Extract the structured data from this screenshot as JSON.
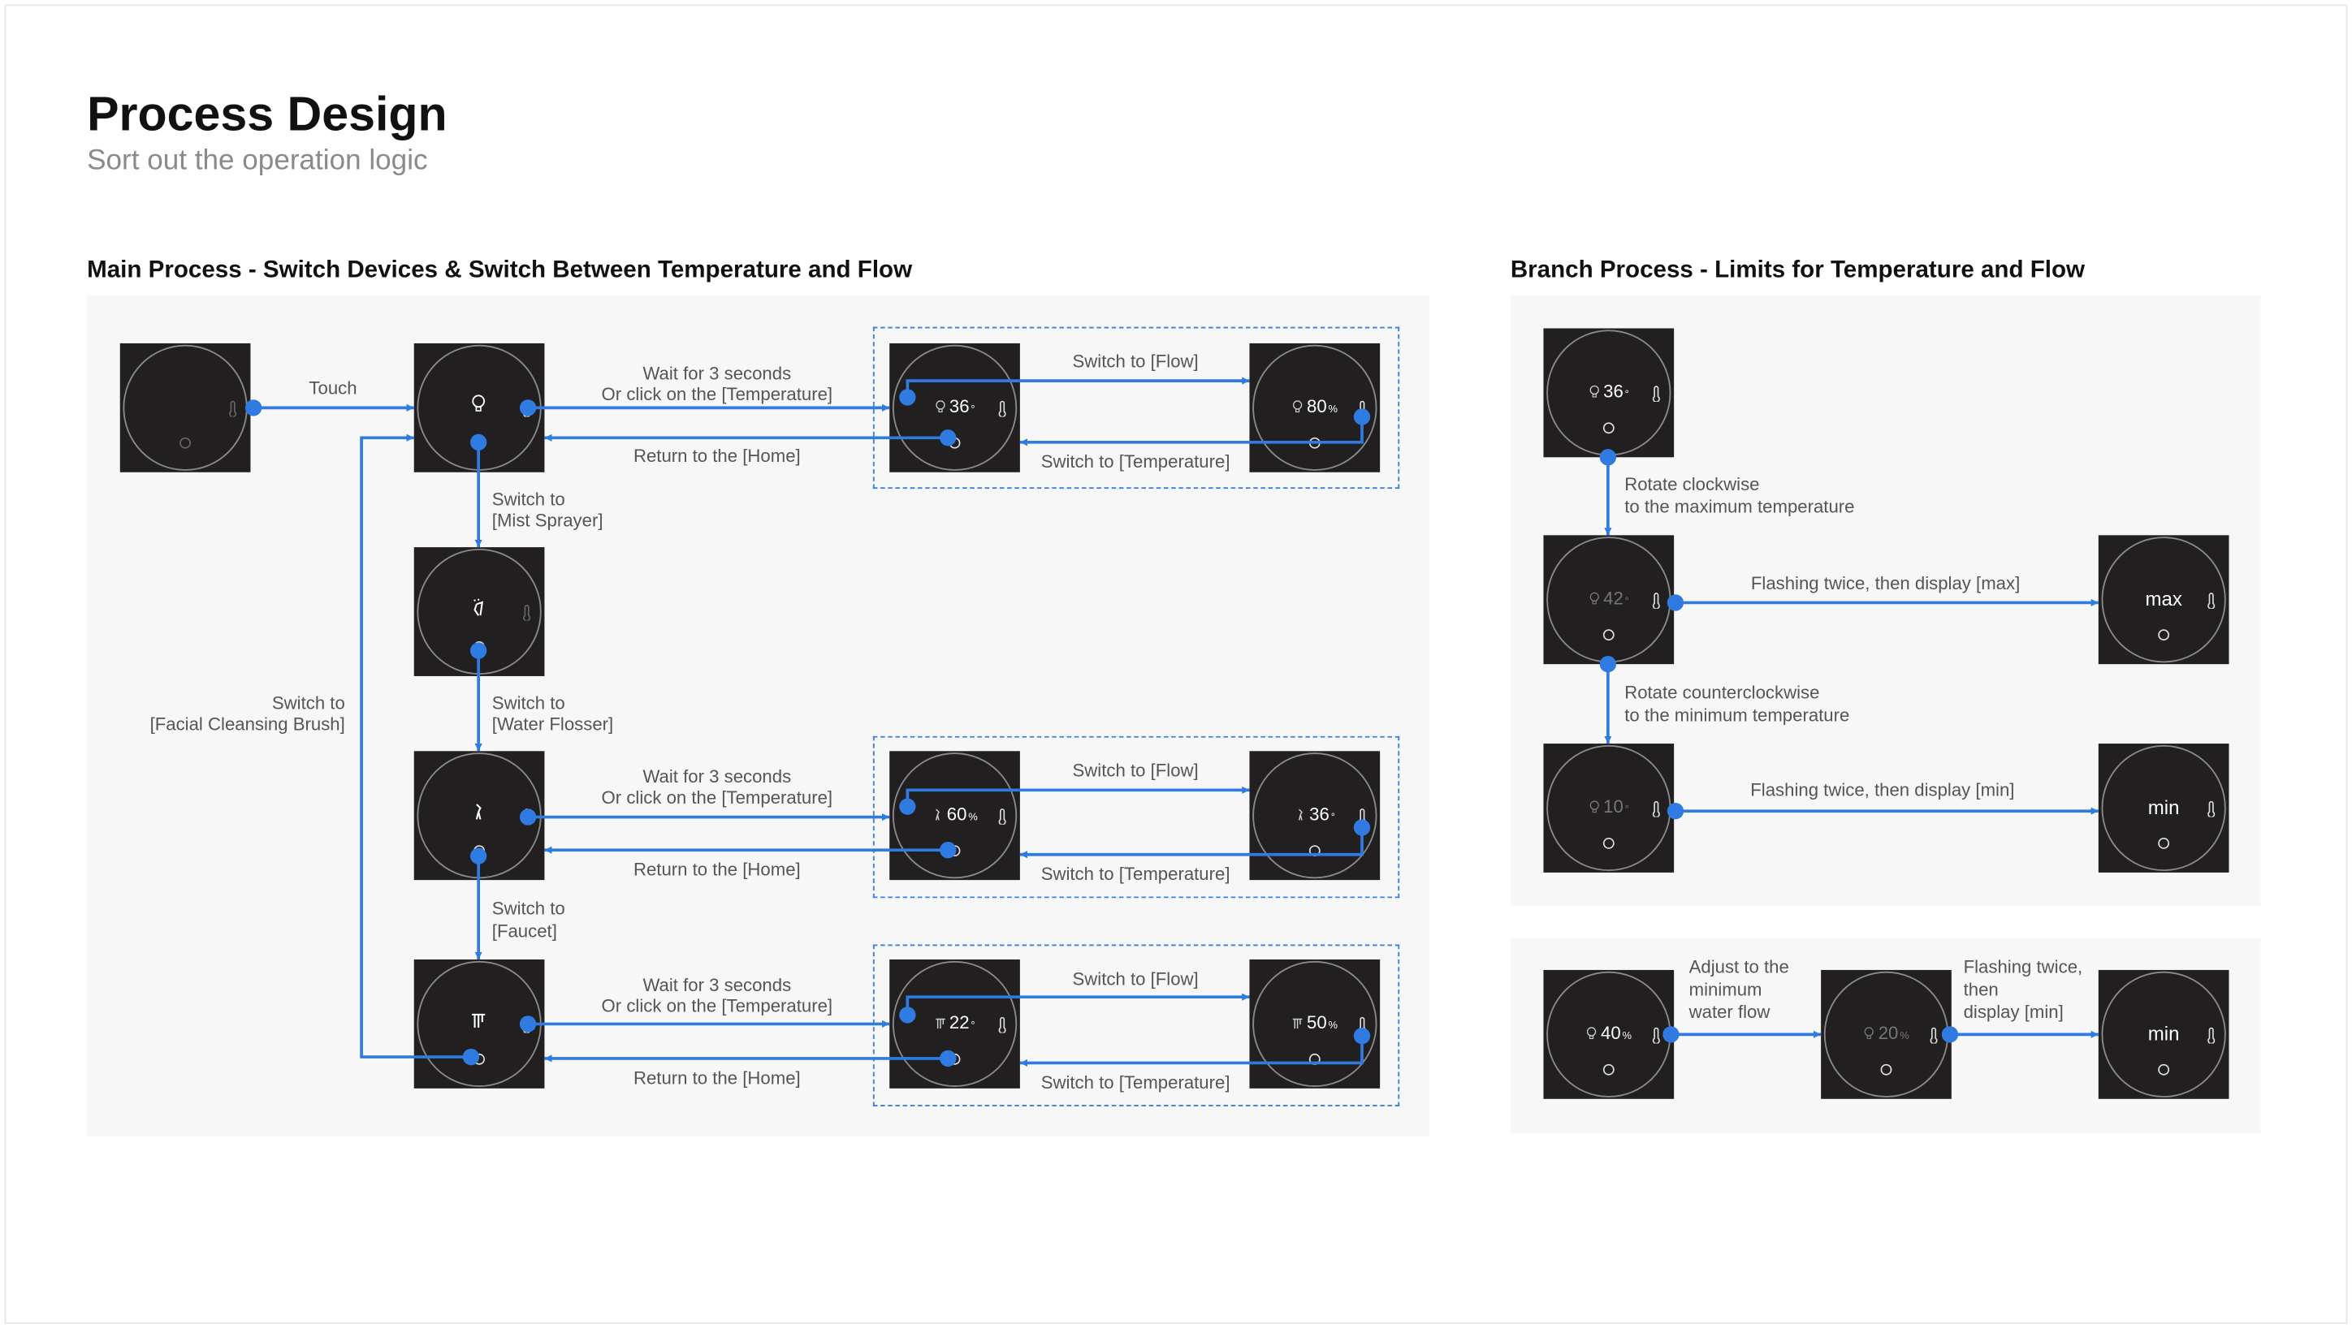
{
  "header": {
    "title": "Process Design",
    "subtitle": "Sort out the operation logic"
  },
  "main": {
    "title": "Main Process - Switch Devices & Switch Between Temperature and Flow",
    "labels": {
      "touch": "Touch",
      "wait_1": "Wait for 3 seconds",
      "wait_2": "Or click on the [Temperature]",
      "return_home": "Return to the [Home]",
      "switch_flow": "Switch to [Flow]",
      "switch_temp": "Switch to [Temperature]",
      "switch_to": "Switch to",
      "mist": "[Mist Sprayer]",
      "flosser": "[Water Flosser]",
      "faucet": "[Faucet]",
      "facial": "[Facial Cleansing Brush]"
    }
  },
  "branch": {
    "title": "Branch Process - Limits for Temperature and Flow",
    "labels": {
      "rot_cw_1": "Rotate clockwise",
      "rot_cw_2": "to the maximum temperature",
      "flash_max": "Flashing twice, then display [max]",
      "rot_ccw_1": "Rotate counterclockwise",
      "rot_ccw_2": "to the minimum temperature",
      "flash_min": "Flashing twice, then display [min]",
      "adj_1": "Adjust to the",
      "adj_2": "minimum",
      "adj_3": "water flow",
      "fl_1": "Flashing twice,",
      "fl_2": "then",
      "fl_3": "display [min]"
    }
  },
  "colors": {
    "accent": "#2f7be2",
    "device_bg": "#221f20",
    "panel_bg": "#f7f7f7"
  },
  "devices": [
    {
      "name": "home",
      "mode": "",
      "value": "",
      "unit": "",
      "dim": true
    },
    {
      "name": "facial-brush",
      "mode": "face-brush-icon",
      "value": "",
      "unit": "",
      "dim": false
    },
    {
      "name": "mist-sprayer",
      "mode": "mist-icon",
      "value": "",
      "unit": "",
      "dim": false,
      "dim_sides": true
    },
    {
      "name": "water-flosser",
      "mode": "flosser-icon",
      "value": "",
      "unit": "",
      "dim": false
    },
    {
      "name": "faucet",
      "mode": "faucet-icon",
      "value": "",
      "unit": "",
      "dim": false
    },
    {
      "name": "brush-temperature",
      "mode": "face-brush-icon",
      "value": "36",
      "unit": "°"
    },
    {
      "name": "brush-flow",
      "mode": "face-brush-icon",
      "value": "80",
      "unit": "%"
    },
    {
      "name": "flosser-temperature",
      "mode": "flosser-icon",
      "value": "60",
      "unit": "%"
    },
    {
      "name": "flosser-flow",
      "mode": "flosser-icon",
      "value": "36",
      "unit": "°"
    },
    {
      "name": "faucet-temperature",
      "mode": "faucet-icon",
      "value": "22",
      "unit": "°"
    },
    {
      "name": "faucet-flow",
      "mode": "faucet-icon",
      "value": "50",
      "unit": "%"
    },
    {
      "name": "branch-36",
      "mode": "face-brush-icon",
      "value": "36",
      "unit": "°"
    },
    {
      "name": "branch-42",
      "mode": "face-brush-icon",
      "value": "42",
      "unit": "°",
      "dimval": true
    },
    {
      "name": "branch-max",
      "mode": "",
      "value": "max",
      "unit": "",
      "big": true
    },
    {
      "name": "branch-10",
      "mode": "face-brush-icon",
      "value": "10",
      "unit": "°",
      "dimval": true
    },
    {
      "name": "branch-min",
      "mode": "",
      "value": "min",
      "unit": "",
      "big": true
    },
    {
      "name": "flow-40",
      "mode": "face-brush-icon",
      "value": "40",
      "unit": "%"
    },
    {
      "name": "flow-20",
      "mode": "face-brush-icon",
      "value": "20",
      "unit": "%",
      "dimval": true
    },
    {
      "name": "flow-min",
      "mode": "",
      "value": "min",
      "unit": "",
      "big": true
    }
  ]
}
